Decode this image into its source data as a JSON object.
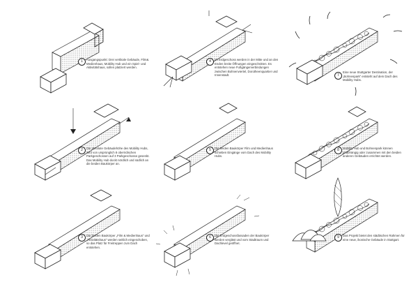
{
  "steps": [
    {
      "num": "1",
      "text": "Ausgangspunkt: Drei vertikale Gebäude, Film& Medienhaus, Mobility Hub und ein Spiel- und Aktivitätshaus, sollen platziert werden."
    },
    {
      "num": "2",
      "text": "Die absolute Gebäudehöhe des Mobility Hubs, wird von ursprünglich 8 oberirdischen Parkgeschossen auf 3 Parkgeschosse gesenkt. Das Mobility Hub dockt nördlich und südlich an die beiden Baukörper an."
    },
    {
      "num": "3",
      "text": "Die beiden Baukörper „Film & Medienhaus“ und „Aktivitätshaus“ werden seitlich eingeschoben, so das Platz für Freitreppen zum Dach entstehen."
    },
    {
      "num": "4",
      "text": "Im Erdgeschoss werden in der Mitte und an den Enden breite Öffnungen eingeschnitten. Es entstehen neue Fußgängerverbindungen zwischen Bohnenviertel, Dorotheenquartier und Innenstadt."
    },
    {
      "num": "5",
      "text": "Die beiden Baukörper Film und Medienhaus schieben Eingänge vom Dach des Mobility Hubs."
    },
    {
      "num": "6",
      "text": "Die Erdgeschossfassaden der Baukörper werden vergläst und vom Stadtraum und Dachlevel geöffnet."
    },
    {
      "num": "7",
      "text": "Eine neue Stuttgarter Destination, der „Bohnenpark“ entsteht auf dem Dach des Mobility Hubs."
    },
    {
      "num": "8",
      "text": "Mobility Hub und Bohnenpark können unabhängig oder zusammen mit den beiden anderen Gebäuden errichtet werden."
    },
    {
      "num": "9",
      "text": "Das Projekt bietet den städtischen Rahmen für eine neue, ikonische Gebäude in Stuttgart."
    }
  ]
}
